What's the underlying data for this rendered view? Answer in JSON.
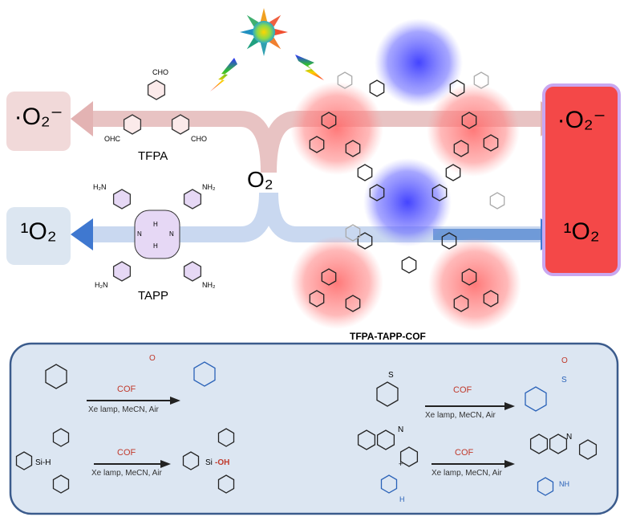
{
  "diagram": {
    "superoxide_label": "·O₂⁻",
    "singlet_oxygen_label": "¹O₂",
    "oxygen_label": "O₂",
    "right_superoxide_label": "·O₂⁻",
    "right_singlet_oxygen_label": "¹O₂",
    "tfpa_label": "TFPA",
    "tapp_label": "TAPP",
    "cof_label": "TFPA-TAPP-COF",
    "tfpa_groups": [
      "CHO",
      "OHC",
      "CHO"
    ],
    "tapp_groups": [
      "H₂N",
      "NH₂",
      "H₂N",
      "NH₂"
    ],
    "porphyrin_atoms": [
      "N",
      "N",
      "H",
      "H"
    ]
  },
  "reactions": [
    {
      "catalyst": "COF",
      "conditions": "Xe lamp, MeCN, Air",
      "product_label": "O"
    },
    {
      "catalyst": "COF",
      "conditions": "Xe lamp, MeCN, Air",
      "reactant_label": "S",
      "product_label": "S",
      "product_oxygen": "O"
    },
    {
      "catalyst": "COF",
      "conditions": "Xe lamp, MeCN, Air",
      "reactant_label": "Si-H",
      "product_si": "Si",
      "product_oh": "-OH"
    },
    {
      "catalyst": "COF",
      "conditions": "Xe lamp, MeCN, Air",
      "plus": "+",
      "n_label": "N",
      "nh_label": "NH",
      "h_label": "H",
      "product_n": "N",
      "product_nh": "NH"
    }
  ],
  "colors": {
    "superoxide": "#e07a7a",
    "singlet": "#4f86d4",
    "panel": "#dce6f2",
    "panel_border": "#3b5b8c",
    "catalyst": "#c0392b",
    "product": "#2a62b8"
  }
}
